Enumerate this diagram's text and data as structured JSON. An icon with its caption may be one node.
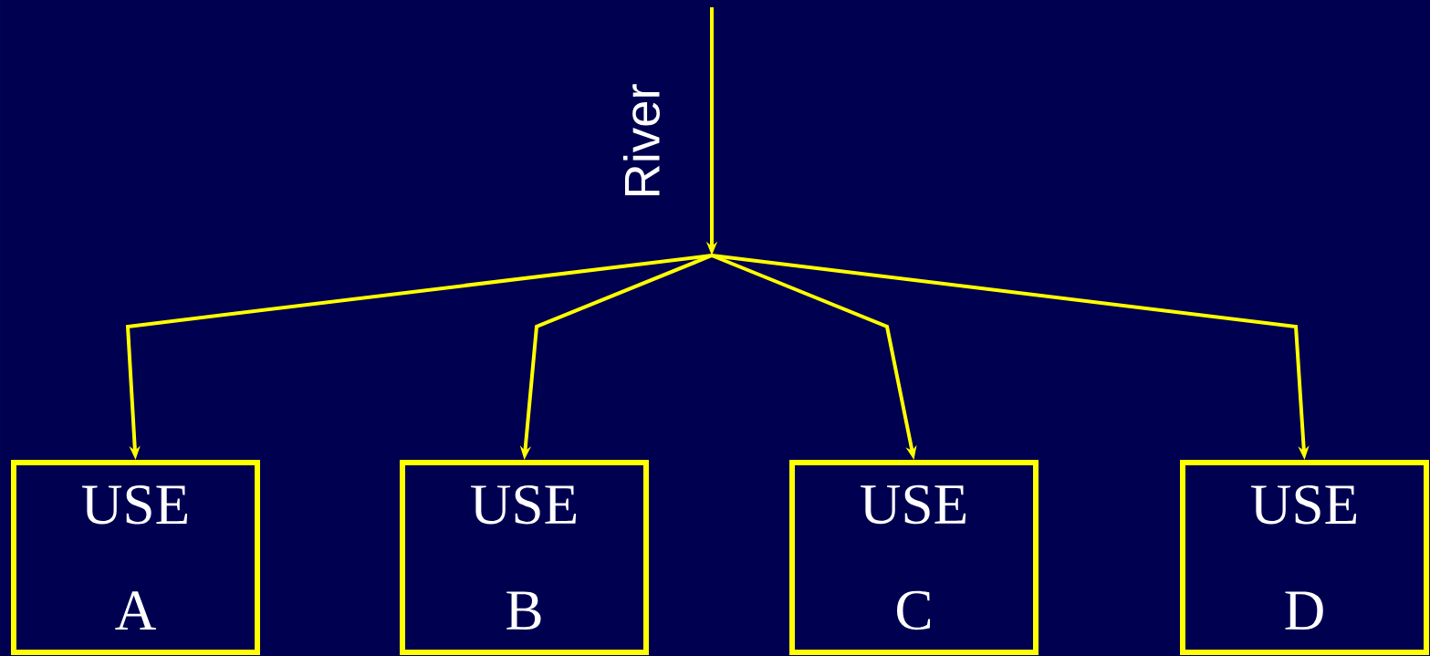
{
  "diagram": {
    "nodes": [
      {
        "text": [
          "USE A"
        ]
      },
      {
        "text": [
          "USE B"
        ]
      },
      {
        "text": [
          "USE C"
        ]
      },
      {
        "text": [
          "USE D"
        ]
      }
    ],
    "edges": [
      {
        "from": null,
        "to": 0,
        "arrow": "to",
        "label": "River"
      },
      {
        "from": null,
        "to": 1,
        "arrow": "to"
      },
      {
        "from": null,
        "to": 2,
        "arrow": "to"
      },
      {
        "from": null,
        "to": 3,
        "arrow": "to"
      }
    ]
  }
}
